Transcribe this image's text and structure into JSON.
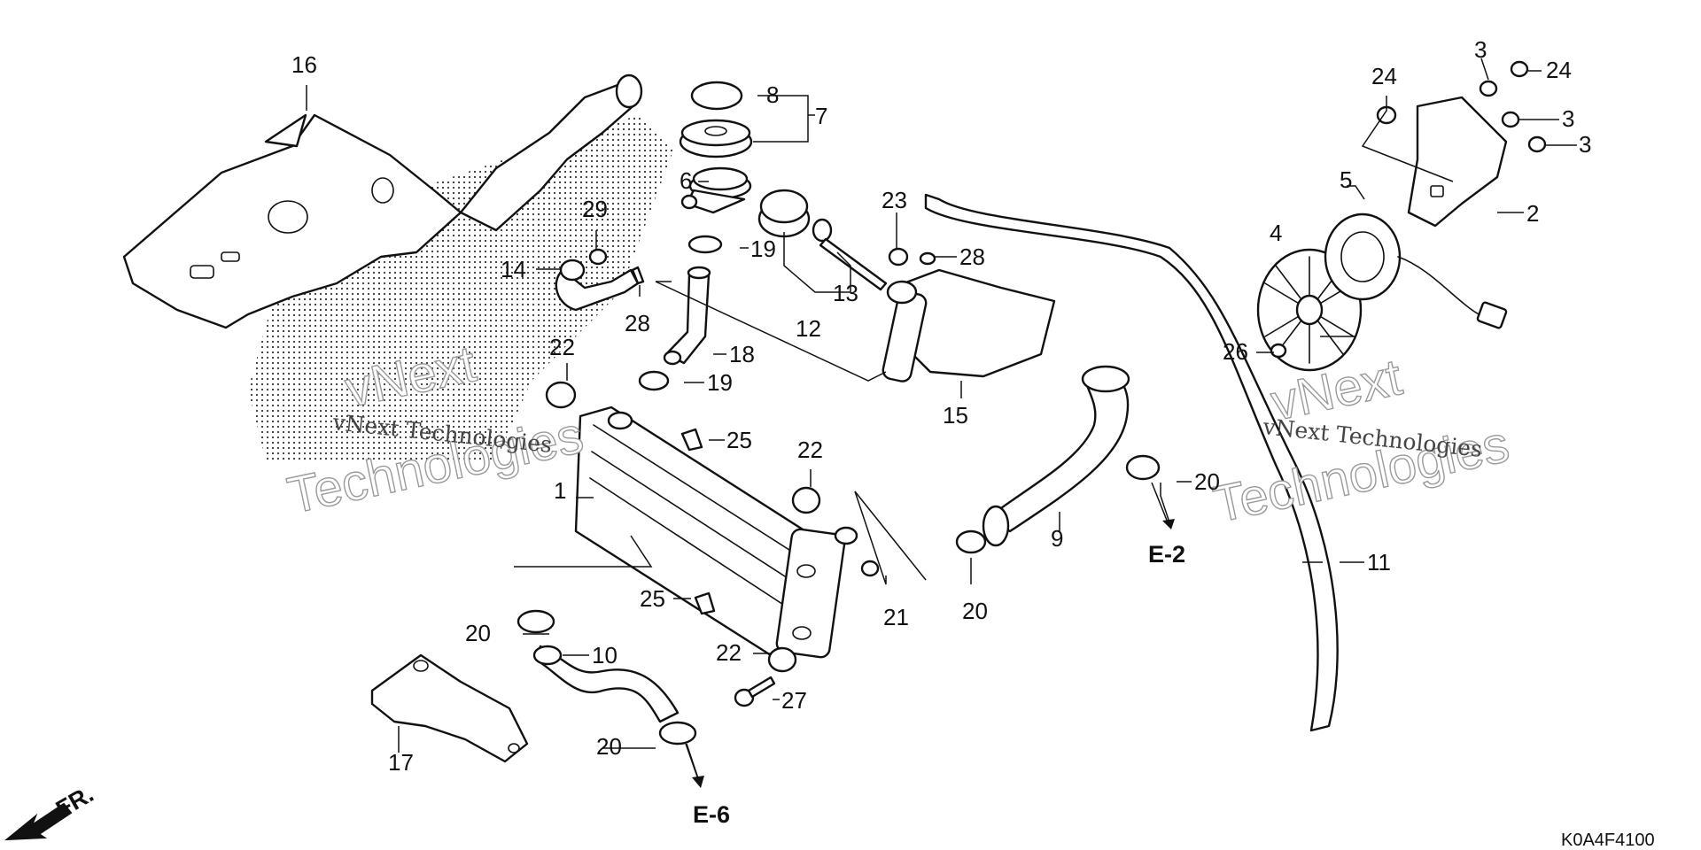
{
  "diagram": {
    "callouts": [
      "1",
      "2",
      "3",
      "3",
      "3",
      "4",
      "5",
      "6",
      "7",
      "8",
      "9",
      "10",
      "11",
      "12",
      "13",
      "14",
      "15",
      "16",
      "17",
      "18",
      "19",
      "19",
      "20",
      "20",
      "20",
      "20",
      "21",
      "22",
      "22",
      "22",
      "23",
      "24",
      "24",
      "25",
      "25",
      "26",
      "27",
      "28",
      "28",
      "29"
    ],
    "references": [
      "E-2",
      "E-6"
    ],
    "front_indicator": "FR.",
    "diagram_code": "K0A4F4100",
    "watermark": {
      "brand_big": "vNext",
      "product_big": "Technologies",
      "brand_line": "vNext Technologies"
    }
  }
}
